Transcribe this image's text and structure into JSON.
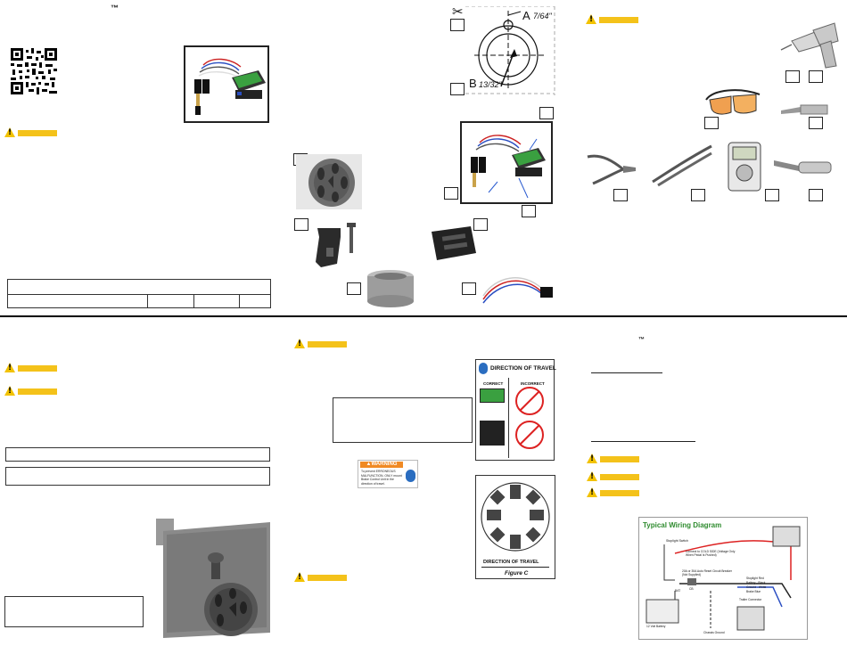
{
  "page": {
    "trademark_symbol": "™"
  },
  "diagram": {
    "label_a": "A",
    "size_a": "7/64\"",
    "label_b": "B",
    "size_b": "13/32\""
  },
  "warning_label": {
    "header": "▲WARNING",
    "text": "To prevent ERRONEOUS MALFUNCTION, ONLY mount Brake Control Unit in the direction of travel."
  },
  "direction_chart": {
    "title": "DIRECTION OF TRAVEL",
    "correct": "CORRECT",
    "incorrect": "INCORRECT"
  },
  "figure_c": {
    "direction": "DIRECTION OF TRAVEL",
    "caption": "Figure C"
  },
  "wiring": {
    "title": "Typical Wiring Diagram",
    "labels": [
      "Stoplight Switch",
      "Connect to COLD SIDE (Voltage Only When Pedal Is Pushed)",
      "20A or 30A Auto Reset Circuit Breaker (Not Supplied)",
      "Stoplight Red",
      "Battery - Black",
      "Ground - White",
      "Brake Blue",
      "Trailer Connector",
      "12 Volt Battery",
      "Chassis Ground",
      "BAT",
      "CB"
    ]
  },
  "colors": {
    "warning_yellow": "#f4c21a",
    "device_green": "#3aa040",
    "wiring_title": "#2e8b2e"
  }
}
